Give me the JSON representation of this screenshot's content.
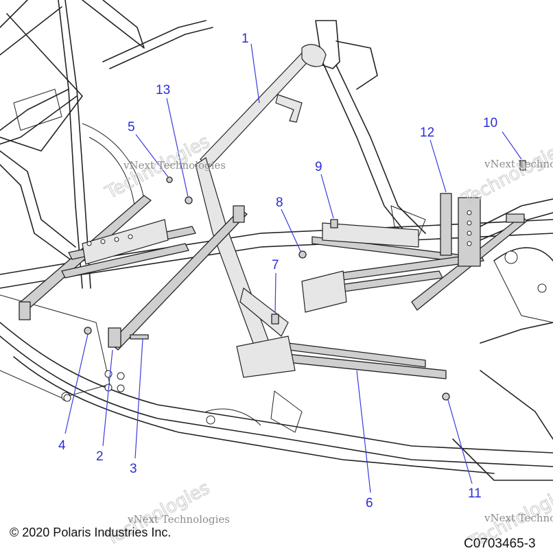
{
  "diagram": {
    "callouts": [
      {
        "id": "1",
        "label": "1"
      },
      {
        "id": "2",
        "label": "2"
      },
      {
        "id": "3",
        "label": "3"
      },
      {
        "id": "4",
        "label": "4"
      },
      {
        "id": "5",
        "label": "5"
      },
      {
        "id": "6",
        "label": "6"
      },
      {
        "id": "7",
        "label": "7"
      },
      {
        "id": "8",
        "label": "8"
      },
      {
        "id": "9",
        "label": "9"
      },
      {
        "id": "10",
        "label": "10"
      },
      {
        "id": "11",
        "label": "11"
      },
      {
        "id": "12",
        "label": "12"
      },
      {
        "id": "13",
        "label": "13"
      }
    ],
    "watermark_text": "vNext Technologies",
    "watermark_big": "Technologies",
    "copyright": "© 2020 Polaris Industries Inc.",
    "drawing_code": "C0703465-3",
    "colors": {
      "callout": "#2b2bd6",
      "line": "#222222",
      "part_fill": "#cfcfcf"
    }
  }
}
